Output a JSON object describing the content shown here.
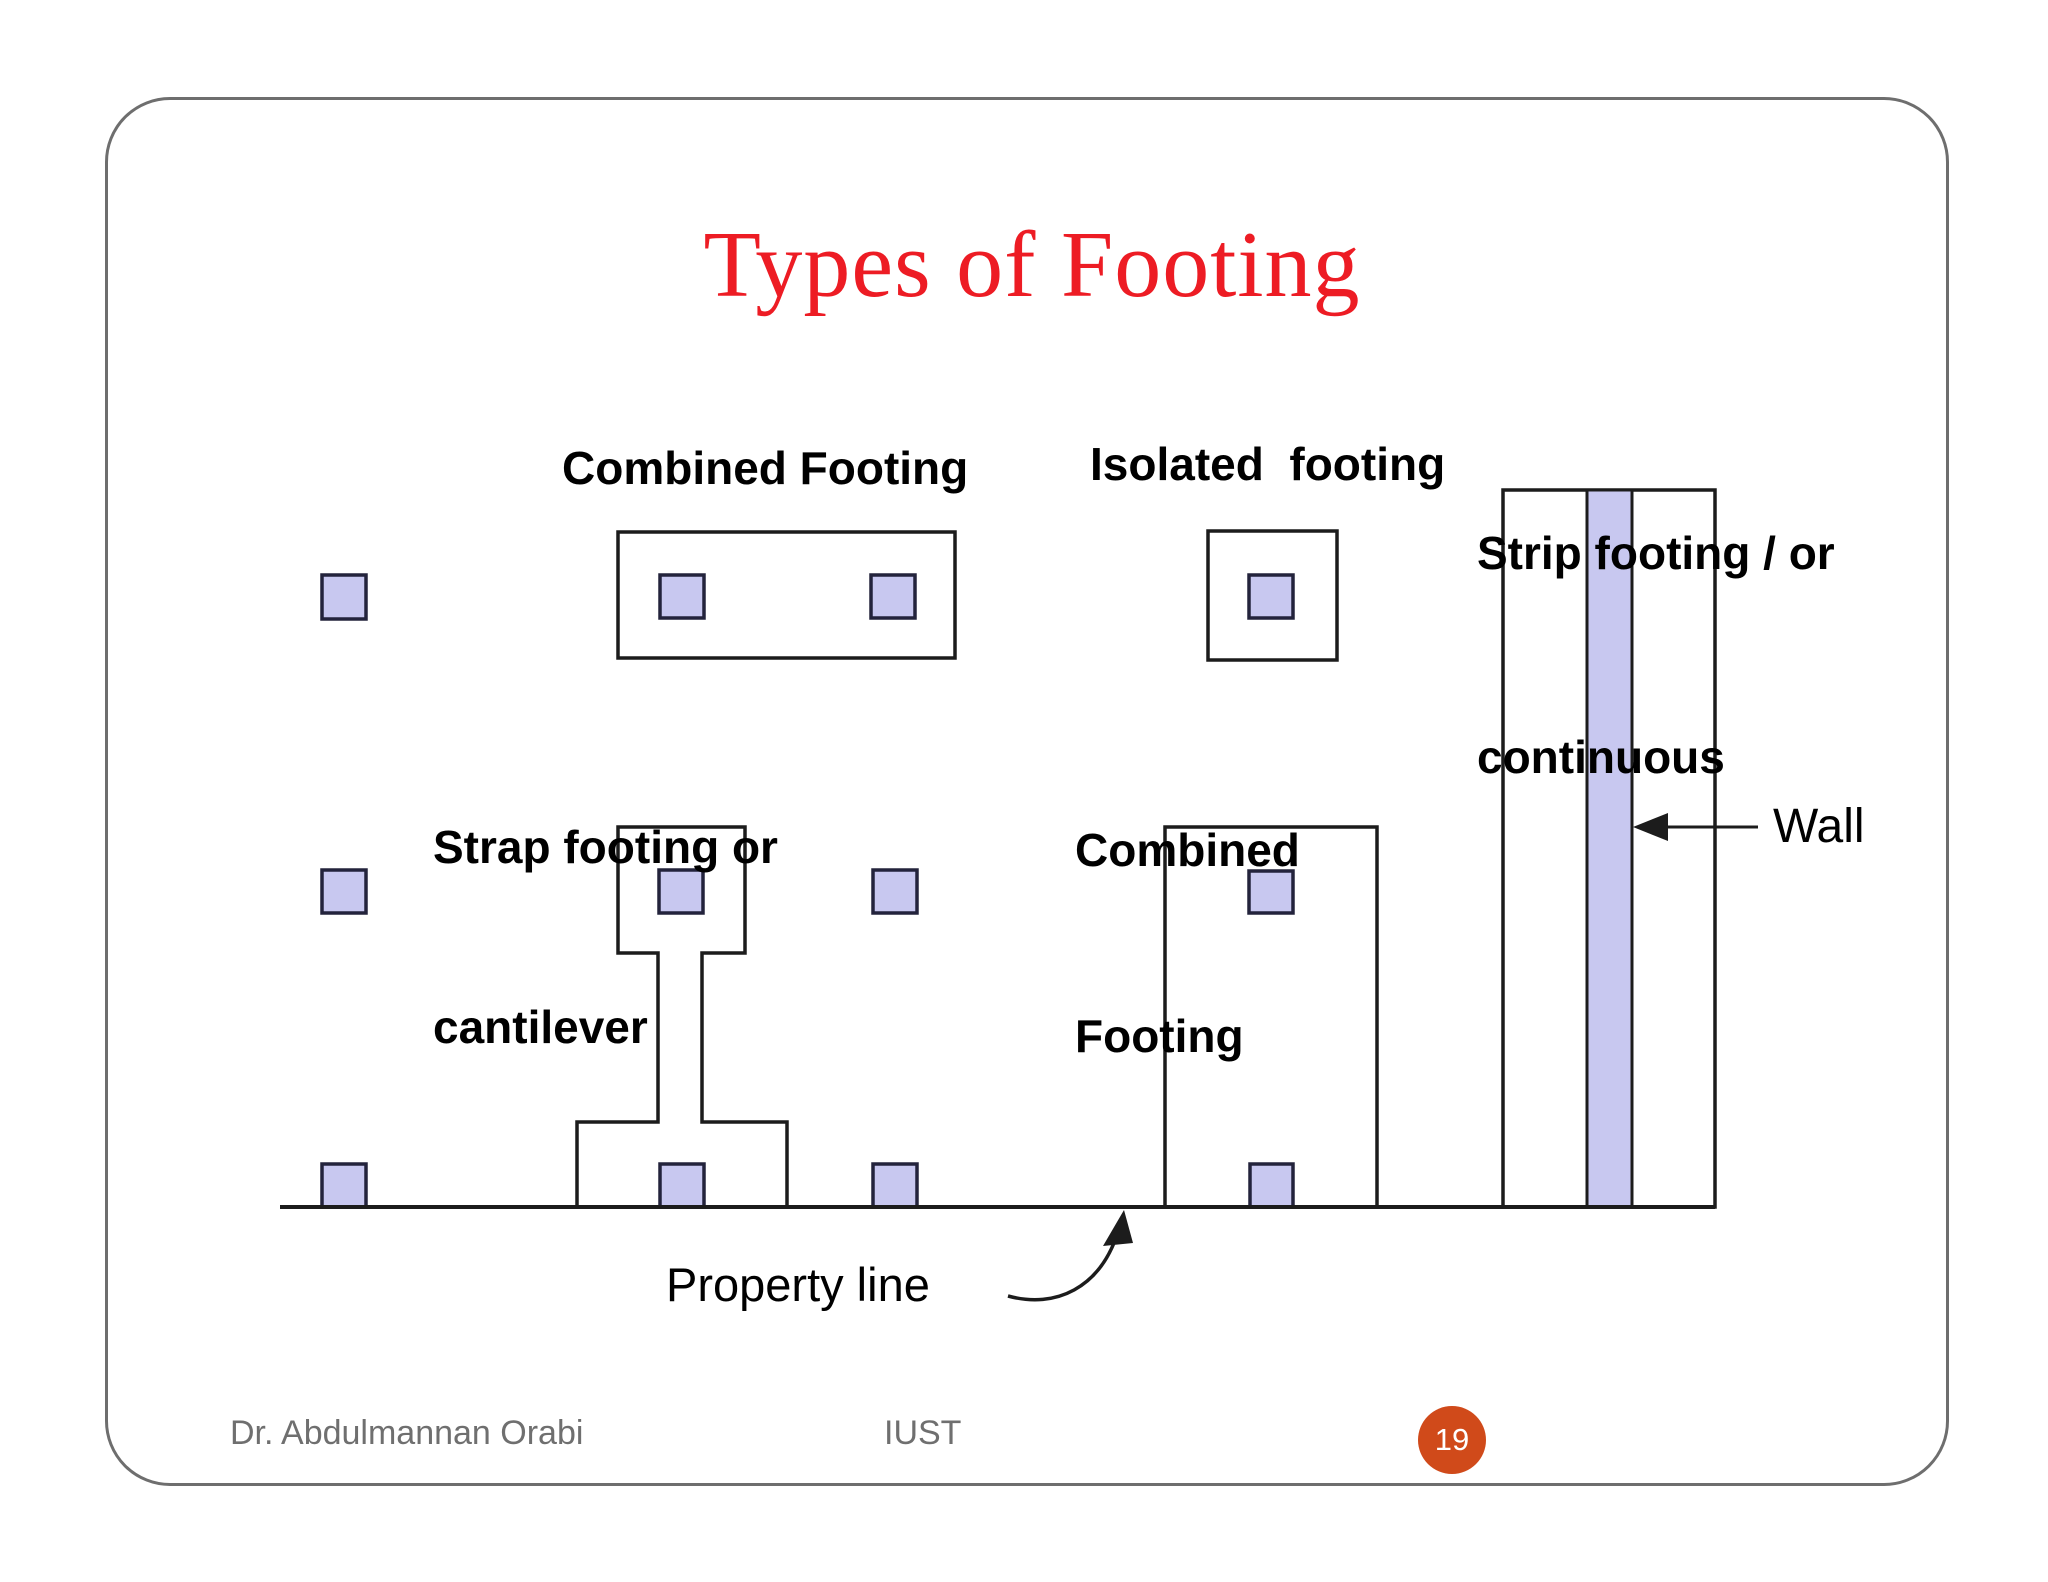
{
  "slide": {
    "title": "Types of Footing",
    "labels": {
      "combined_top": "Combined Footing",
      "isolated": "Isolated  footing",
      "strip_line1": "Strip footing / or",
      "strip_line2": "continuous",
      "strap_line1": "Strap footing or",
      "strap_line2": "cantilever",
      "combined_bottom_line1": "Combined",
      "combined_bottom_line2": "Footing",
      "property_line": "Property line",
      "wall": "Wall"
    },
    "footer": {
      "author": "Dr. Abdulmannan Orabi",
      "institution": "IUST",
      "page_number": "19"
    },
    "colors": {
      "title_red": "#ed1c24",
      "column_fill": "#c8c8f0",
      "column_border": "#23233c",
      "outline": "#1c1c1c",
      "footer_text": "#6f6f6f",
      "page_badge": "#d04a1a"
    }
  }
}
